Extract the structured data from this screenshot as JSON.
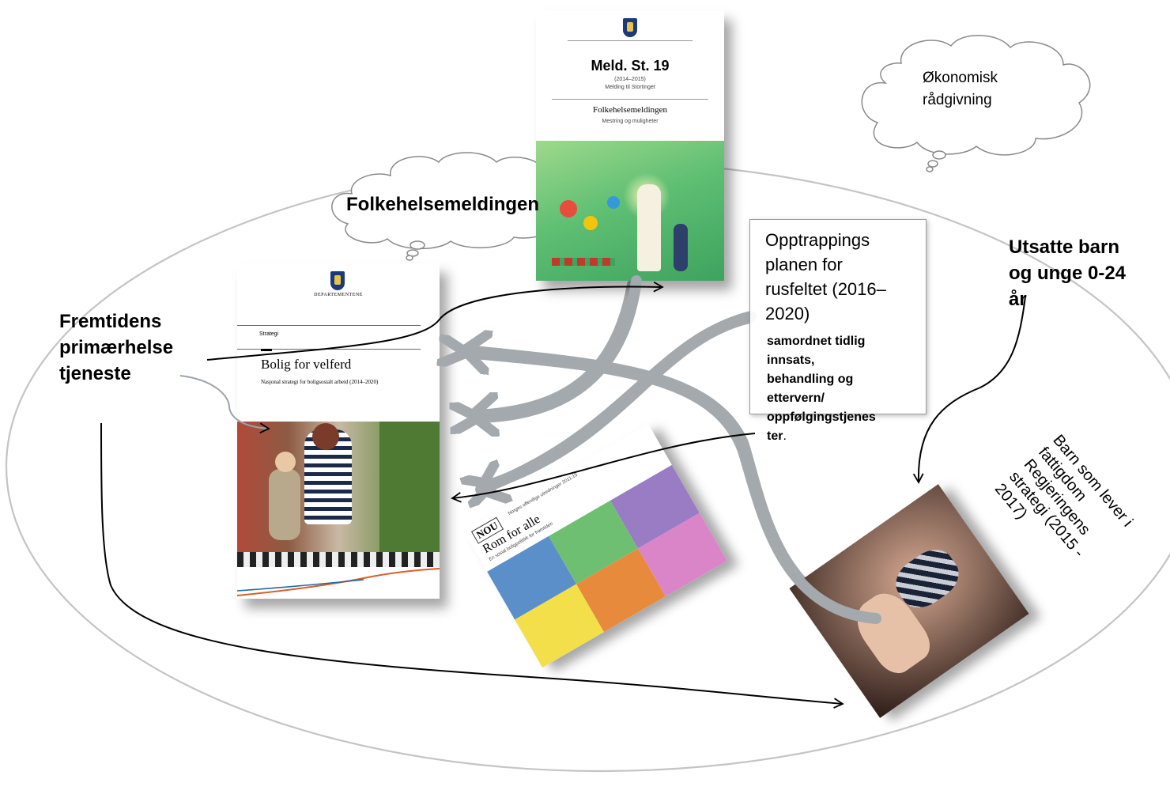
{
  "labels": {
    "fremtidens": [
      "Fremtidens",
      "primærhelse",
      "tjeneste"
    ],
    "folkehelse_cloud": "Folkehelsemeldingen",
    "okonomisk": [
      "Økonomisk",
      "rådgivning"
    ],
    "utsatte": [
      "Utsatte barn",
      "og unge 0-24",
      "år"
    ],
    "barn_fattigdom": [
      "Barn som lever i",
      "fattigdom",
      "Regjeringens",
      "strategi (2015 -",
      "2017)"
    ]
  },
  "opptrapping": {
    "title_lines": [
      "Opptrappings",
      "planen for",
      "rusfeltet (2016–",
      "2020)"
    ],
    "detail_lines": [
      "samordnet tidlig",
      "innsats,",
      "behandling og",
      "ettervern/",
      "oppfølgingstjenes"
    ],
    "last_bold": "ter",
    "last_plain": "."
  },
  "meld_cover": {
    "title": "Meld. St. 19",
    "line1": "(2014–2015)",
    "line2": "Melding til Stortinget",
    "subtitle": "Folkehelsemeldingen",
    "tagline": "Mestring og muligheter"
  },
  "bolig_cover": {
    "dept": "DEPARTEMENTENE",
    "strategi": "Strategi",
    "title": "Bolig for velferd",
    "subtitle": "Nasjonal strategi for boligsosialt arbeid (2014–2020)"
  },
  "nou_cover": {
    "badge": "NOU",
    "year_line": "Norges offentlige utredninger 2011:15",
    "title": "Rom for alle",
    "subtitle": "En sosial boligpolitikk for framtiden"
  },
  "colors": {
    "arrow_gray": "#a3a9ad",
    "connector": "#000000",
    "ellipse": "#bfbfbf",
    "cloud": "#8a8a8a",
    "meld_green": "#6cc17a",
    "crest_blue": "#1a3a7a"
  },
  "icons": [
    "thought-cloud",
    "ellipse-boundary",
    "arrow"
  ]
}
